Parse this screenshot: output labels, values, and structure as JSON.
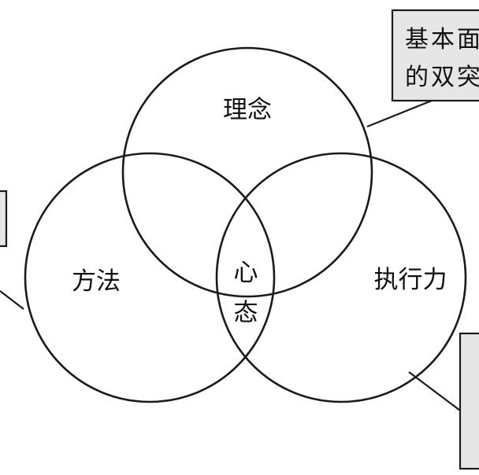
{
  "diagram": {
    "labels": {
      "top": "理念",
      "left": "方法",
      "right": "执行力",
      "center_line1": "心",
      "center_line2": "态"
    },
    "callouts": {
      "top_right": {
        "line1": "基本面",
        "line2": "的双突"
      }
    },
    "colors": {
      "stroke": "#1a1a1a",
      "callout_fill": "#e6e6e6",
      "background": "#ffffff"
    }
  }
}
